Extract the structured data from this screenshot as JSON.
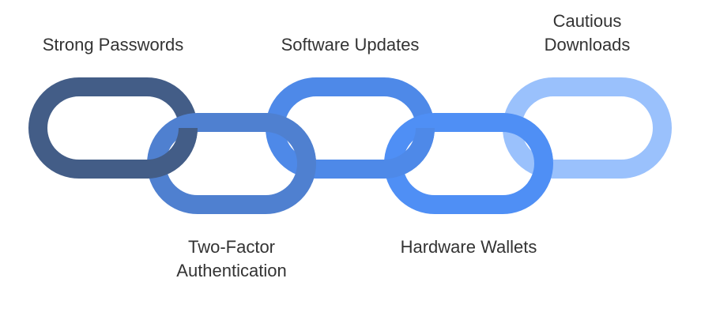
{
  "diagram": {
    "steps": [
      {
        "lines": [
          "Strong Passwords"
        ],
        "color": "#435d87",
        "row": "top"
      },
      {
        "lines": [
          "Two-Factor",
          "Authentication"
        ],
        "color": "#4f80d0",
        "row": "bottom"
      },
      {
        "lines": [
          "Software Updates"
        ],
        "color": "#4e89e8",
        "row": "top"
      },
      {
        "lines": [
          "Hardware Wallets"
        ],
        "color": "#4f8ff5",
        "row": "bottom"
      },
      {
        "lines": [
          "Cautious",
          "Downloads"
        ],
        "color": "#9ac1fc",
        "row": "top"
      }
    ]
  }
}
